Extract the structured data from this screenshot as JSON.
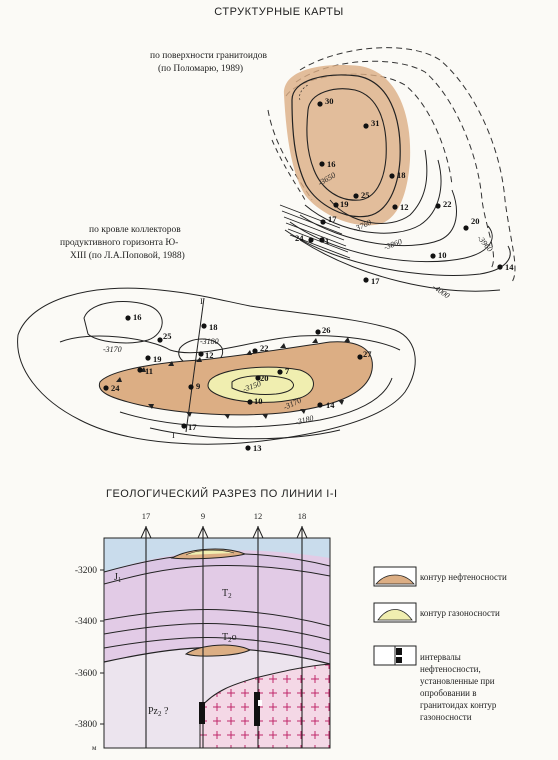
{
  "titles": {
    "maps": "СТРУКТУРНЫЕ КАРТЫ",
    "section": "ГЕОЛОГИЧЕСКИЙ РАЗРЕЗ ПО ЛИНИИ I-I"
  },
  "map_top": {
    "caption_lines": [
      "по поверхности гранитоидов",
      "(по Поломарю, 1989)"
    ],
    "wells": [
      "30",
      "31",
      "16",
      "18",
      "25",
      "19",
      "12",
      "22",
      "20",
      "17",
      "24",
      "1",
      "10",
      "14",
      "17"
    ],
    "isolines": [
      "-3650",
      "-3760",
      "-3860",
      "-3960",
      "-4000"
    ]
  },
  "map_bottom": {
    "caption_lines": [
      "по кровле коллекторов",
      "продуктивного горизонта Ю-",
      "XIII (по Л.А.Поповой, 1988)"
    ],
    "wells": [
      "16",
      "25",
      "18",
      "12",
      "19",
      "11",
      "24",
      "9",
      "22",
      "20",
      "7",
      "26",
      "27",
      "10",
      "14",
      "13",
      "17"
    ],
    "isolines": [
      "-3170",
      "-3180",
      "-3150",
      "-3170",
      "-3180"
    ],
    "line_marks": [
      "I",
      "I"
    ]
  },
  "section": {
    "wells": [
      "17",
      "9",
      "12",
      "18"
    ],
    "depths": [
      "-3200",
      "-3400",
      "-3600",
      "-3800"
    ],
    "unit": "м",
    "layers": [
      "J",
      "T",
      "T",
      "Pz"
    ],
    "layer_subs": [
      "1",
      "2",
      "2",
      "2"
    ],
    "layer_suffix": [
      "",
      "",
      "о",
      " ?"
    ]
  },
  "legend": {
    "oil": "контур нефтеносности",
    "gas": "контур газоносности",
    "intervals_lines": [
      "интервалы",
      "нефтеносности,",
      "установленные при",
      "опробовании в",
      "гранитоидах контур",
      "газоносности"
    ]
  },
  "colors": {
    "oil": "#dcae84",
    "gas": "#f0eeb0",
    "section_sky": "#c9dcec",
    "section_purple": "#e2cbe6",
    "section_lower": "#ece4ee",
    "granite": "#f4d8e6",
    "ink": "#222222"
  }
}
